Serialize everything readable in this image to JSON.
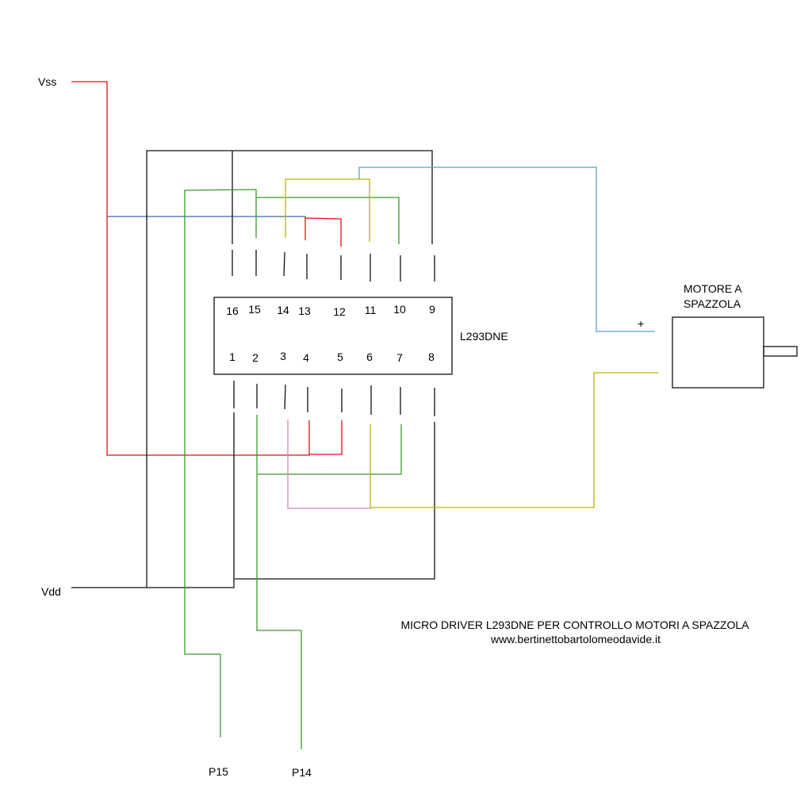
{
  "labels": {
    "vss": "Vss",
    "vdd": "Vdd",
    "p15": "P15",
    "p14": "P14",
    "chip": "L293DNE",
    "motor_line1": "MOTORE A",
    "motor_line2": "SPAZZOLA",
    "plus": "+"
  },
  "pins_top": [
    "16",
    "15",
    "14",
    "13",
    "12",
    "11",
    "10",
    "9"
  ],
  "pins_bottom": [
    "1",
    "2",
    "3",
    "4",
    "5",
    "6",
    "7",
    "8"
  ],
  "caption": {
    "title": "MICRO DRIVER L293DNE PER CONTROLLO MOTORI A SPAZZOLA",
    "site": "www.bertinettobartolomeodavide.it"
  },
  "colors": {
    "red": "#e01010",
    "black": "#111111",
    "green": "#3a9a2a",
    "yellow": "#b8b800",
    "blue": "#5aa0c8",
    "pink": "#e080c0"
  }
}
